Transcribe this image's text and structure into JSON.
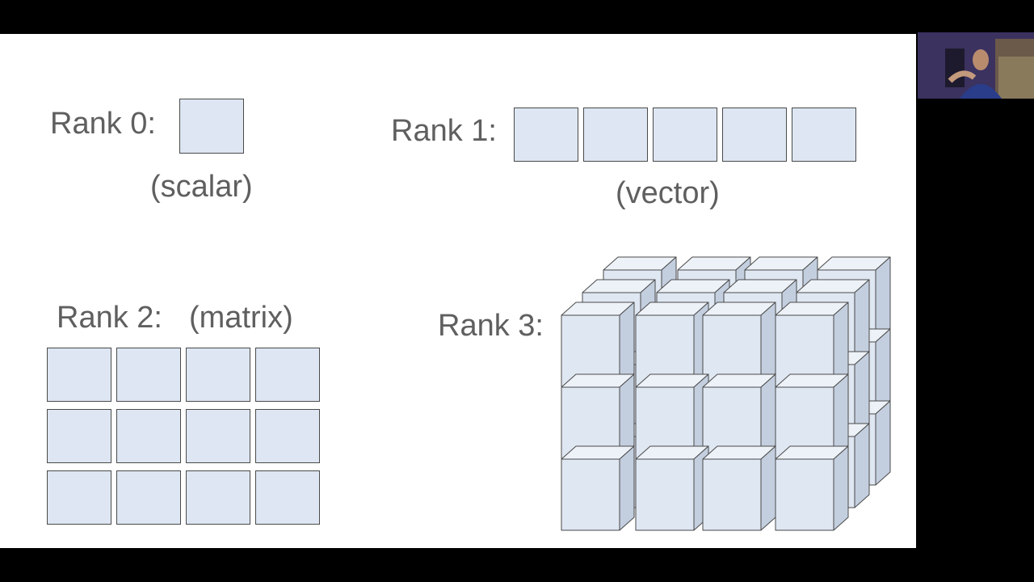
{
  "slide": {
    "rank0": {
      "label": "Rank 0:",
      "caption": "(scalar)"
    },
    "rank1": {
      "label": "Rank 1:",
      "caption": "(vector)"
    },
    "rank2": {
      "label": "Rank 2:",
      "caption": "(matrix)"
    },
    "rank3": {
      "label": "Rank 3:"
    }
  },
  "colors": {
    "cell_fill": "#dde6f2",
    "cube_front": "#dfe7f2",
    "cube_top": "#edf2f8",
    "cube_side": "#c3cfdf",
    "outline": "#4a4a4a",
    "label_text": "#5f5f5f"
  },
  "webcam": {
    "icon": "presenter-video-icon"
  }
}
